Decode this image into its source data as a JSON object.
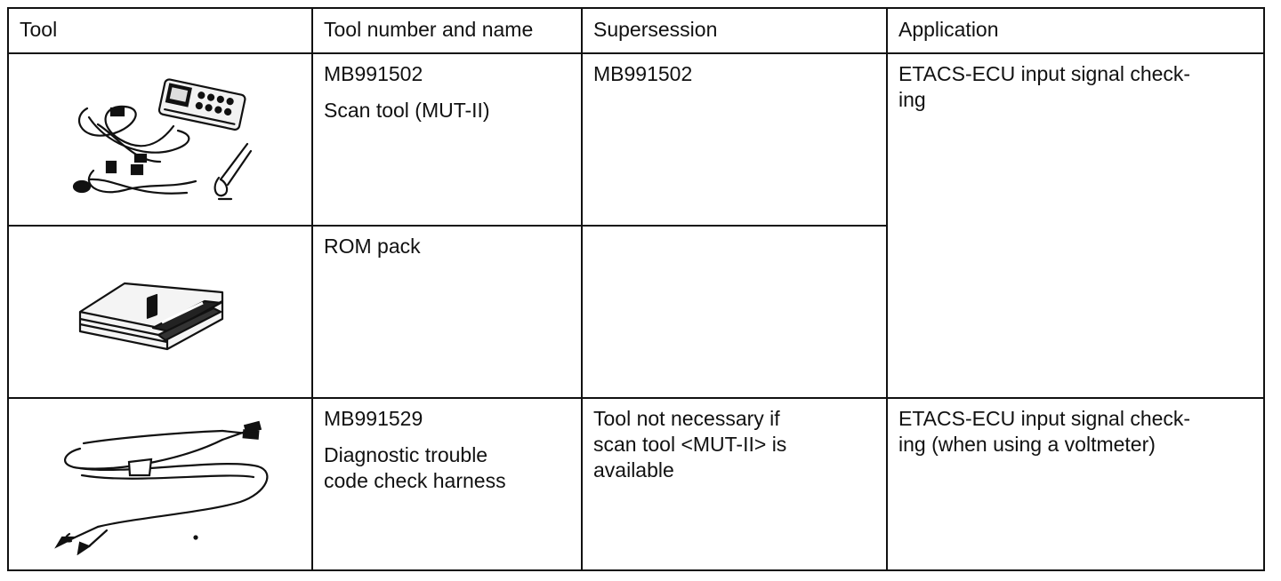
{
  "table": {
    "headers": [
      "Tool",
      "Tool number and name",
      "Supersession",
      "Application"
    ],
    "rows": [
      {
        "icon": "scan-tool-mut-ii-illustration",
        "tool_number": "MB991502",
        "tool_name": "Scan tool (MUT-II)",
        "supersession": "MB991502",
        "application": "ETACS-ECU input signal check-\ning"
      },
      {
        "icon": "rom-pack-illustration",
        "tool_number": "",
        "tool_name": "ROM pack",
        "supersession": "",
        "application": ""
      },
      {
        "icon": "check-harness-illustration",
        "tool_number": "MB991529",
        "tool_name": "Diagnostic trouble\ncode check harness",
        "supersession": "Tool not necessary if\nscan tool <MUT-II> is\navailable",
        "application": "ETACS-ECU input signal check-\ning (when using a voltmeter)"
      }
    ]
  }
}
